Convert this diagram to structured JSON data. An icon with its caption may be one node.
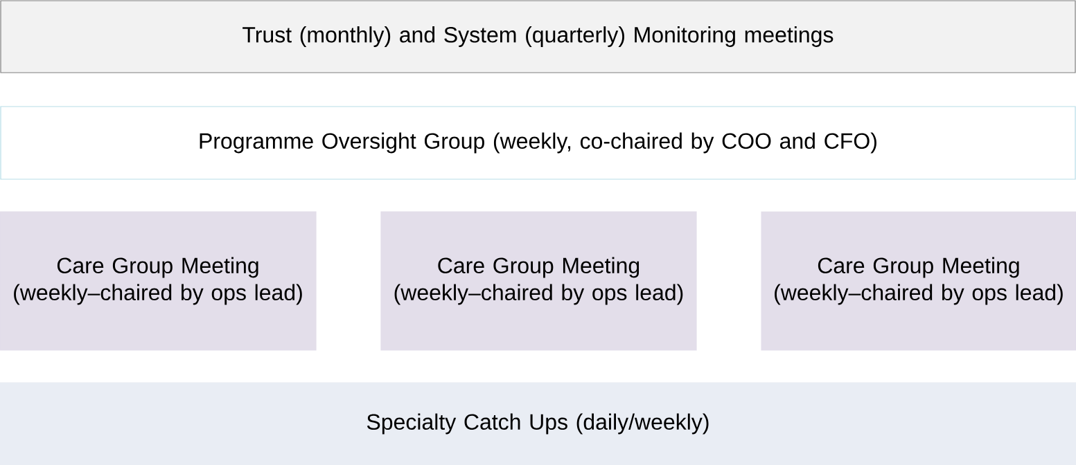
{
  "diagram": {
    "nodes": [
      {
        "text": [
          "Trust (monthly) and System (quarterly) Monitoring meetings"
        ]
      },
      {
        "text": [
          "Programme Oversight Group (weekly, co-chaired by COO and CFO)"
        ]
      },
      {
        "text": [
          "Care Group Meeting (weekly–chaired by ops lead)"
        ]
      },
      {
        "text": [
          "Care Group Meeting (weekly–chaired by ops lead)"
        ]
      },
      {
        "text": [
          "Care Group Meeting (weekly–chaired by ops lead)"
        ]
      },
      {
        "text": [
          "Specialty Catch Ups (daily/weekly)"
        ]
      }
    ]
  }
}
